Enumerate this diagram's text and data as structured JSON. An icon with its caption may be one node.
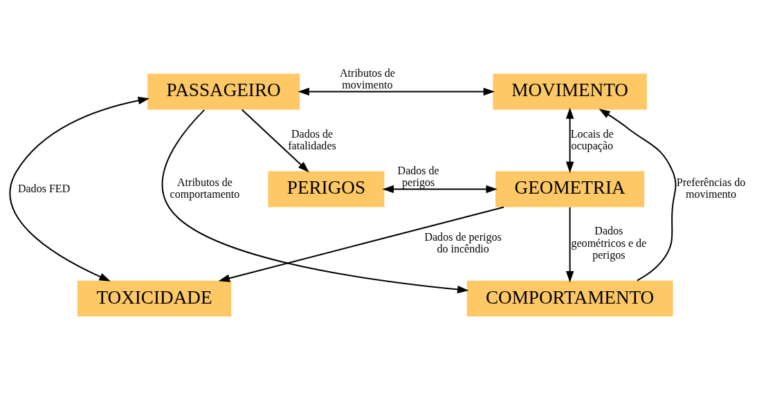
{
  "diagram": {
    "nodes": [
      {
        "text": [
          "PASSAGEIRO"
        ]
      },
      {
        "text": [
          "MOVIMENTO"
        ]
      },
      {
        "text": [
          "COMPORTAMENTO"
        ]
      },
      {
        "text": [
          "TOXICIDADE"
        ]
      },
      {
        "text": [
          "PERIGOS"
        ]
      },
      {
        "text": [
          "GEOMETRIA"
        ]
      }
    ],
    "edges": [
      {
        "from": 0,
        "to": 1,
        "arrow": "both",
        "label": "Atributos de movimento"
      },
      {
        "from": 0,
        "to": 2,
        "arrow": "to",
        "label": "Atributos de comportamento"
      },
      {
        "from": 2,
        "to": 1,
        "arrow": "to",
        "label": "Preferências do movimento"
      },
      {
        "from": 0,
        "to": 3,
        "arrow": "both",
        "label": "Dados FED"
      },
      {
        "from": 0,
        "to": 4,
        "arrow": "to",
        "label": "Dados de fatalidades"
      },
      {
        "from": 1,
        "to": 5,
        "arrow": "both",
        "label": "Locais de ocupação"
      },
      {
        "from": 5,
        "to": 3,
        "arrow": "to",
        "label": "Dados de perigos do incêndio"
      },
      {
        "from": 5,
        "to": 2,
        "arrow": "to",
        "label": "Dados geométricos e de perigos"
      },
      {
        "from": 4,
        "to": 5,
        "arrow": "both",
        "label": "Dados de perigos"
      }
    ]
  }
}
